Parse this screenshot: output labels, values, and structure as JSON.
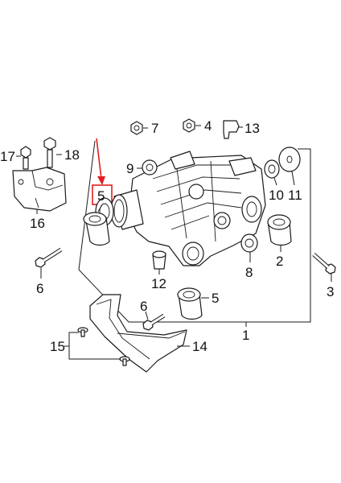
{
  "diagram": {
    "accent_color": "#e02020",
    "callouts": [
      {
        "id": "c1",
        "label": "1"
      },
      {
        "id": "c2",
        "label": "2"
      },
      {
        "id": "c3",
        "label": "3"
      },
      {
        "id": "c4",
        "label": "4"
      },
      {
        "id": "c5a",
        "label": "5"
      },
      {
        "id": "c5b",
        "label": "5"
      },
      {
        "id": "c6a",
        "label": "6"
      },
      {
        "id": "c6b",
        "label": "6"
      },
      {
        "id": "c7",
        "label": "7"
      },
      {
        "id": "c8",
        "label": "8"
      },
      {
        "id": "c9",
        "label": "9"
      },
      {
        "id": "c10",
        "label": "10"
      },
      {
        "id": "c11",
        "label": "11"
      },
      {
        "id": "c12",
        "label": "12"
      },
      {
        "id": "c13",
        "label": "13"
      },
      {
        "id": "c14",
        "label": "14"
      },
      {
        "id": "c15",
        "label": "15"
      },
      {
        "id": "c16",
        "label": "16"
      },
      {
        "id": "c17",
        "label": "17"
      },
      {
        "id": "c18",
        "label": "18"
      }
    ],
    "highlight_label": "5"
  }
}
